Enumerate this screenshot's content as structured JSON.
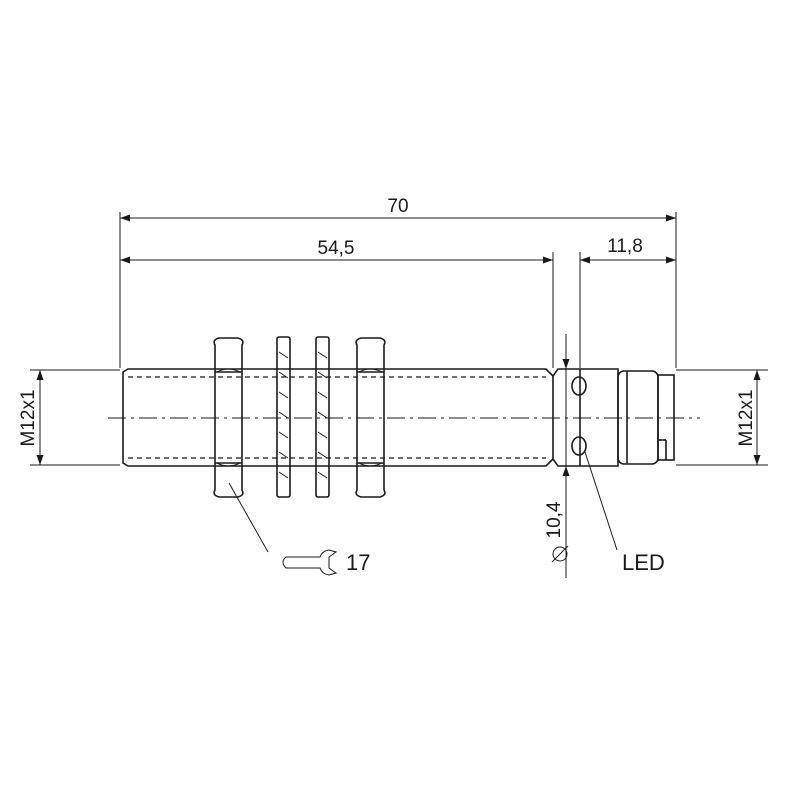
{
  "dimensions": {
    "overall_length": "70",
    "thread_length": "54,5",
    "connector_length": "11,8",
    "thread_left": "M12x1",
    "thread_right": "M12x1",
    "diameter": "10,4"
  },
  "callouts": {
    "wrench_size": "17",
    "led": "LED"
  },
  "icons": {
    "wrench": "wrench-icon",
    "diameter": "diameter-symbol"
  }
}
